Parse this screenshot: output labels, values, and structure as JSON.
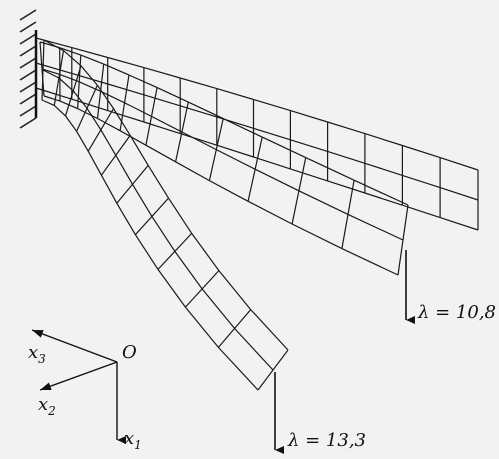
{
  "load_labels": {
    "upper": "λ = 10,8",
    "lower": "λ = 13,3"
  },
  "axes": {
    "origin": "O",
    "x1": {
      "base": "x",
      "sub": "1"
    },
    "x2": {
      "base": "x",
      "sub": "2"
    },
    "x3": {
      "base": "x",
      "sub": "3"
    }
  }
}
